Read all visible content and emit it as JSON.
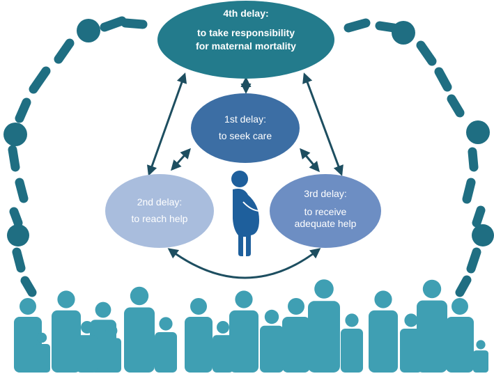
{
  "delays": {
    "d4": {
      "heading": "4th delay:",
      "line1": "to take responsibility",
      "line2": "for maternal mortality"
    },
    "d1": {
      "heading": "1st delay:",
      "line1": "to seek care"
    },
    "d2": {
      "heading": "2nd delay:",
      "line1": "to reach help"
    },
    "d3": {
      "heading": "3rd delay:",
      "line1": "to receive",
      "line2": "adequate help"
    }
  },
  "colors": {
    "d4": "#237b8c",
    "d1": "#3c6ea4",
    "d2": "#a9bddd",
    "d3": "#6d8ec3",
    "arrows": "#1d4e60",
    "ring": "#1f6e82",
    "people": "#3f9fb3",
    "pregnant_woman": "#1e5f9c"
  },
  "icons": {
    "central_figure": "pregnant-woman-icon",
    "community": "crowd-of-people-icon",
    "ring": "dashed-circle-of-dots"
  }
}
